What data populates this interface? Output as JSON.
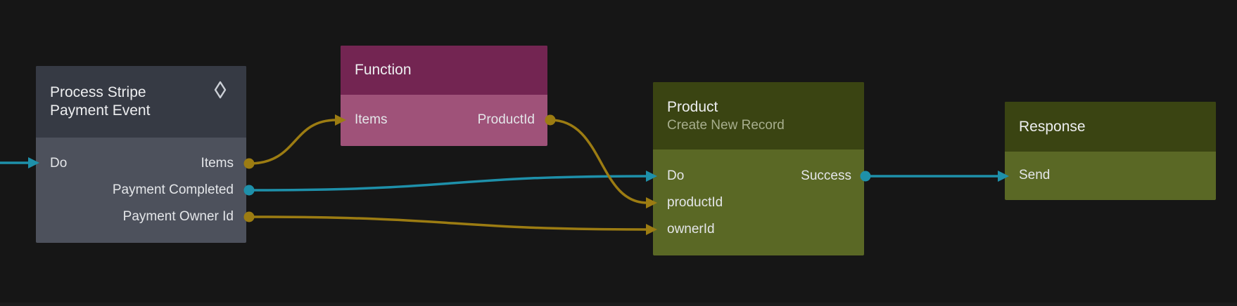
{
  "palette": {
    "canvas_background": "#161616",
    "signal_blue": "#1E90AA",
    "data_gold": "#9C7C12",
    "gray_node_header": "#363A44",
    "gray_node_body": "#4D515C",
    "pink_node_header": "#732552",
    "pink_node_body": "#9F5279",
    "green_node_header": "#3A4412",
    "green_node_body": "#5A6825",
    "title_text": "#EDEEF0",
    "port_text": "#E4E6E9",
    "subtitle_text": "#A7AE8D",
    "icon_stroke": "#CBCFD6"
  },
  "nodes": [
    {
      "type": "component",
      "title": "Process Stripe Payment Event",
      "title_line1": "Process Stripe",
      "title_line2": "Payment Event",
      "icon": "component-diamond-icon",
      "rows": [
        {
          "input": "Do",
          "output": "Items"
        },
        {
          "output": "Payment Completed"
        },
        {
          "output": "Payment Owner Id"
        }
      ]
    },
    {
      "type": "function",
      "title": "Function",
      "rows": [
        {
          "input": "Items",
          "output": "ProductId"
        }
      ]
    },
    {
      "type": "record",
      "title": "Product",
      "subtitle": "Create New Record",
      "rows": [
        {
          "input": "Do",
          "output": "Success"
        },
        {
          "input": "productId"
        },
        {
          "input": "ownerId"
        }
      ]
    },
    {
      "type": "response",
      "title": "Response",
      "rows": [
        {
          "input": "Send"
        }
      ]
    }
  ],
  "connections": [
    {
      "from": "(offscreen)",
      "to": "Process Stripe Payment Event.Do",
      "type": "signal",
      "color": "#1E90AA"
    },
    {
      "from": "Process Stripe Payment Event.Items",
      "to": "Function.Items",
      "type": "data",
      "color": "#9C7C12"
    },
    {
      "from": "Process Stripe Payment Event.Payment Completed",
      "to": "Product.Do",
      "type": "signal",
      "color": "#1E90AA"
    },
    {
      "from": "Process Stripe Payment Event.Payment Owner Id",
      "to": "Product.ownerId",
      "type": "data",
      "color": "#9C7C12"
    },
    {
      "from": "Function.ProductId",
      "to": "Product.productId",
      "type": "data",
      "color": "#9C7C12"
    },
    {
      "from": "Product.Success",
      "to": "Response.Send",
      "type": "signal",
      "color": "#1E90AA"
    }
  ]
}
